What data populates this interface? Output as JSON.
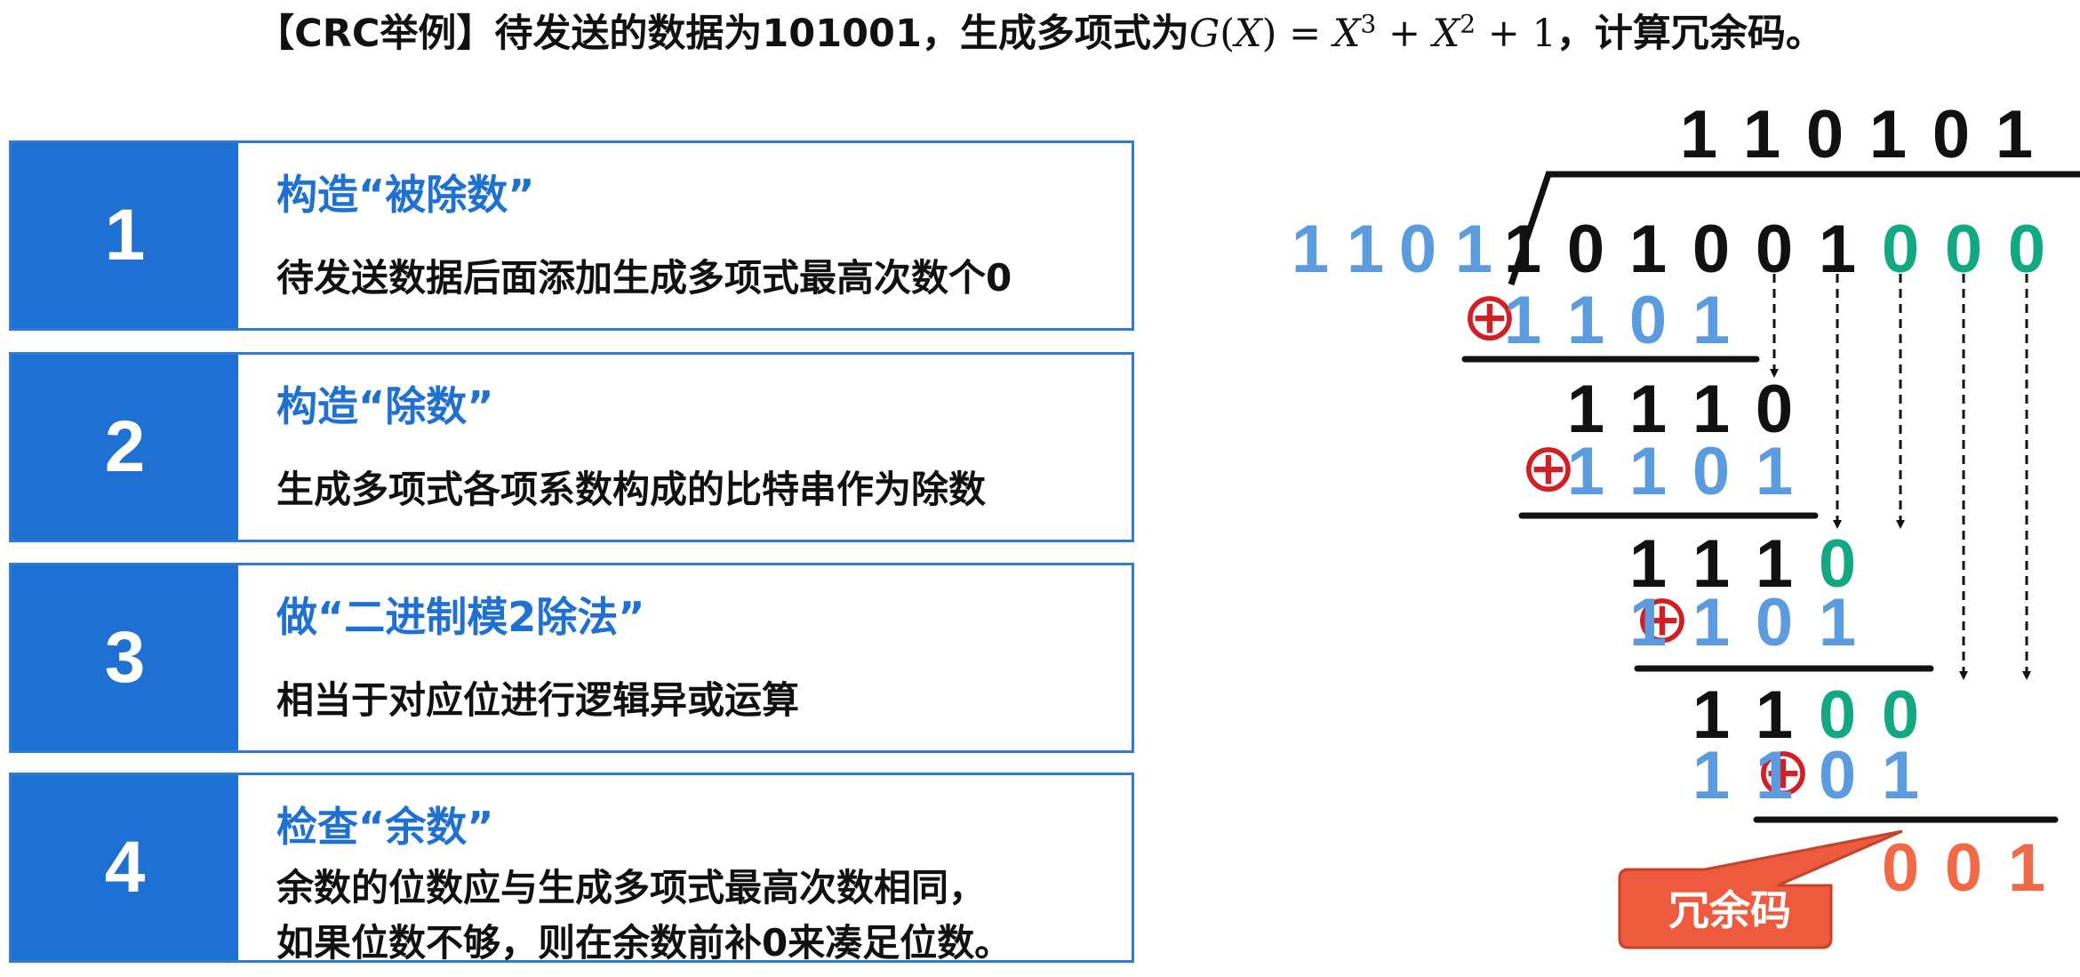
{
  "title": {
    "prefix": "【CRC举例】待发送的数据为101001，生成多项式为",
    "g": "G",
    "lparen": "(",
    "x": "X",
    "rparen": ")",
    "eq": " = ",
    "x3": "X",
    "exp3": "3",
    "plus1": " + ",
    "x2": "X",
    "exp2": "2",
    "plus2": " + ",
    "one": "1",
    "suffix": "，计算冗余码。"
  },
  "steps": [
    {
      "num": "1",
      "heading": "构造“被除数”",
      "desc": [
        "待发送数据后面添加生成多项式最高次数个0"
      ]
    },
    {
      "num": "2",
      "heading": "构造“除数”",
      "desc": [
        "生成多项式各项系数构成的比特串作为除数"
      ]
    },
    {
      "num": "3",
      "heading": "做“二进制模2除法”",
      "desc": [
        "相当于对应位进行逻辑异或运算"
      ]
    },
    {
      "num": "4",
      "heading": "检查“余数”",
      "desc": [
        "余数的位数应与生成多项式最高次数相同，",
        "如果位数不够，则在余数前补0来凑足位数。"
      ]
    }
  ],
  "division": {
    "quotient": "110101",
    "divisor": "1101",
    "dividend_data": "101001",
    "dividend_padding": "000",
    "xor_symbol": "⊕",
    "subtrahend": "1101",
    "partials": [
      {
        "kept": "111",
        "pulled": "0"
      },
      {
        "kept": "111",
        "pulled": "0"
      },
      {
        "kept": "11",
        "pulled": "00"
      }
    ],
    "remainder": "001",
    "remainder_label": "冗余码"
  },
  "colors": {
    "step_blue": "#1E70D2",
    "divisor_blue": "#5B9BE0",
    "padding_green": "#13A884",
    "remainder_orange": "#F16A45",
    "xor_red": "#D21F26",
    "callout_bg": "#EE5A3E"
  }
}
